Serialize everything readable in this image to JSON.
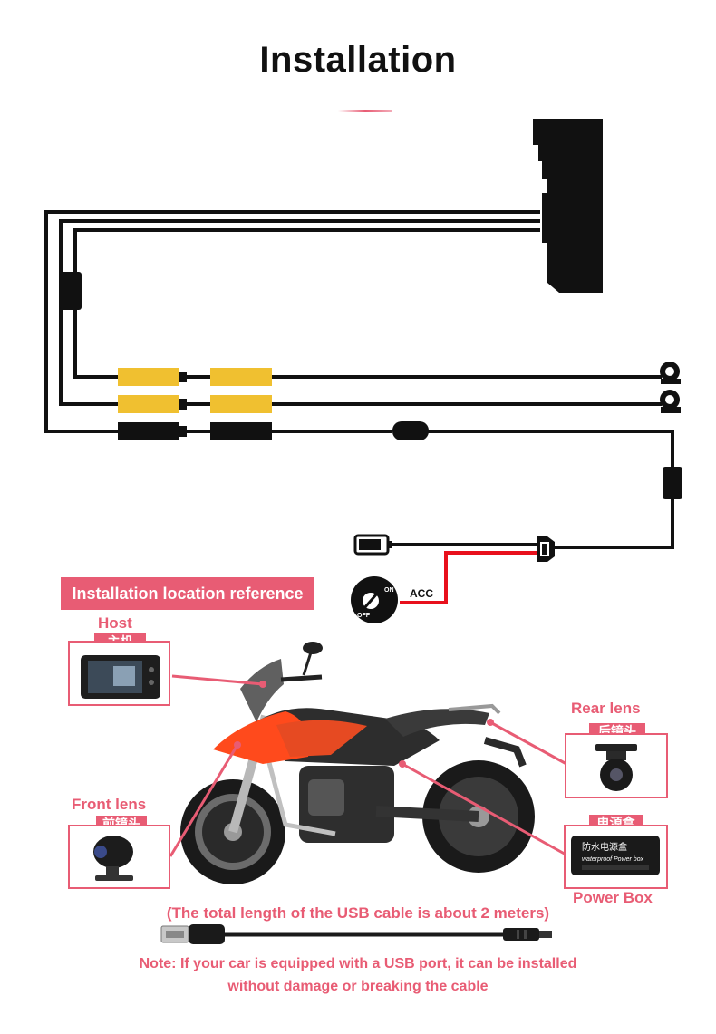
{
  "title": "Installation",
  "wiring": {
    "acc_label": "ACC",
    "switch_on": "ON",
    "switch_off": "OFF"
  },
  "reference": {
    "label": "Installation location reference",
    "host": {
      "title": "Host",
      "cn": "主机"
    },
    "rear_lens": {
      "title": "Rear lens",
      "cn": "后镜头"
    },
    "front_lens": {
      "title": "Front lens",
      "cn": "前镜头"
    },
    "power_box": {
      "title": "Power Box",
      "cn": "电源盒",
      "box_cn": "防水电源盒",
      "box_en": "waterproof Power box"
    }
  },
  "usb_length": "(The total length of the USB cable is about 2 meters)",
  "note_line1": "Note: If your car is equipped with a USB port, it can be installed",
  "note_line2": "without damage or breaking the cable",
  "colors": {
    "accent": "#e85c74",
    "connector_yellow": "#f0c030",
    "wire_red": "#e8101c"
  }
}
